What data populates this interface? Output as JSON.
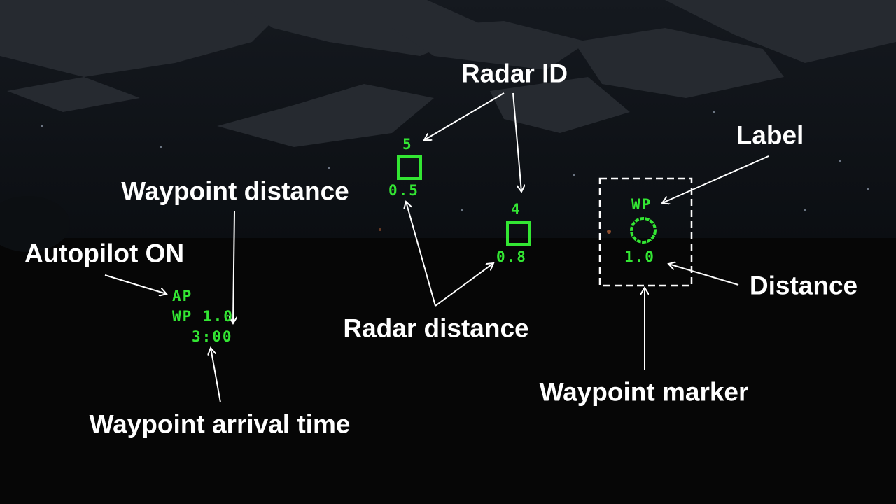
{
  "hud": {
    "autopilot": "AP",
    "waypoint_readout": "WP 1.0",
    "arrival_time": "3:00",
    "contacts": [
      {
        "id": "5",
        "distance": "0.5"
      },
      {
        "id": "4",
        "distance": "0.8"
      }
    ],
    "waypoint_marker": {
      "label": "WP",
      "distance": "1.0"
    }
  },
  "annotations": {
    "radar_id": "Radar ID",
    "label": "Label",
    "waypoint_distance": "Waypoint distance",
    "autopilot_on": "Autopilot ON",
    "distance": "Distance",
    "radar_distance": "Radar distance",
    "waypoint_marker": "Waypoint marker",
    "waypoint_arrival_time": "Waypoint arrival time"
  },
  "colors": {
    "hud_green": "#33e633",
    "annotation": "#ffffff"
  }
}
